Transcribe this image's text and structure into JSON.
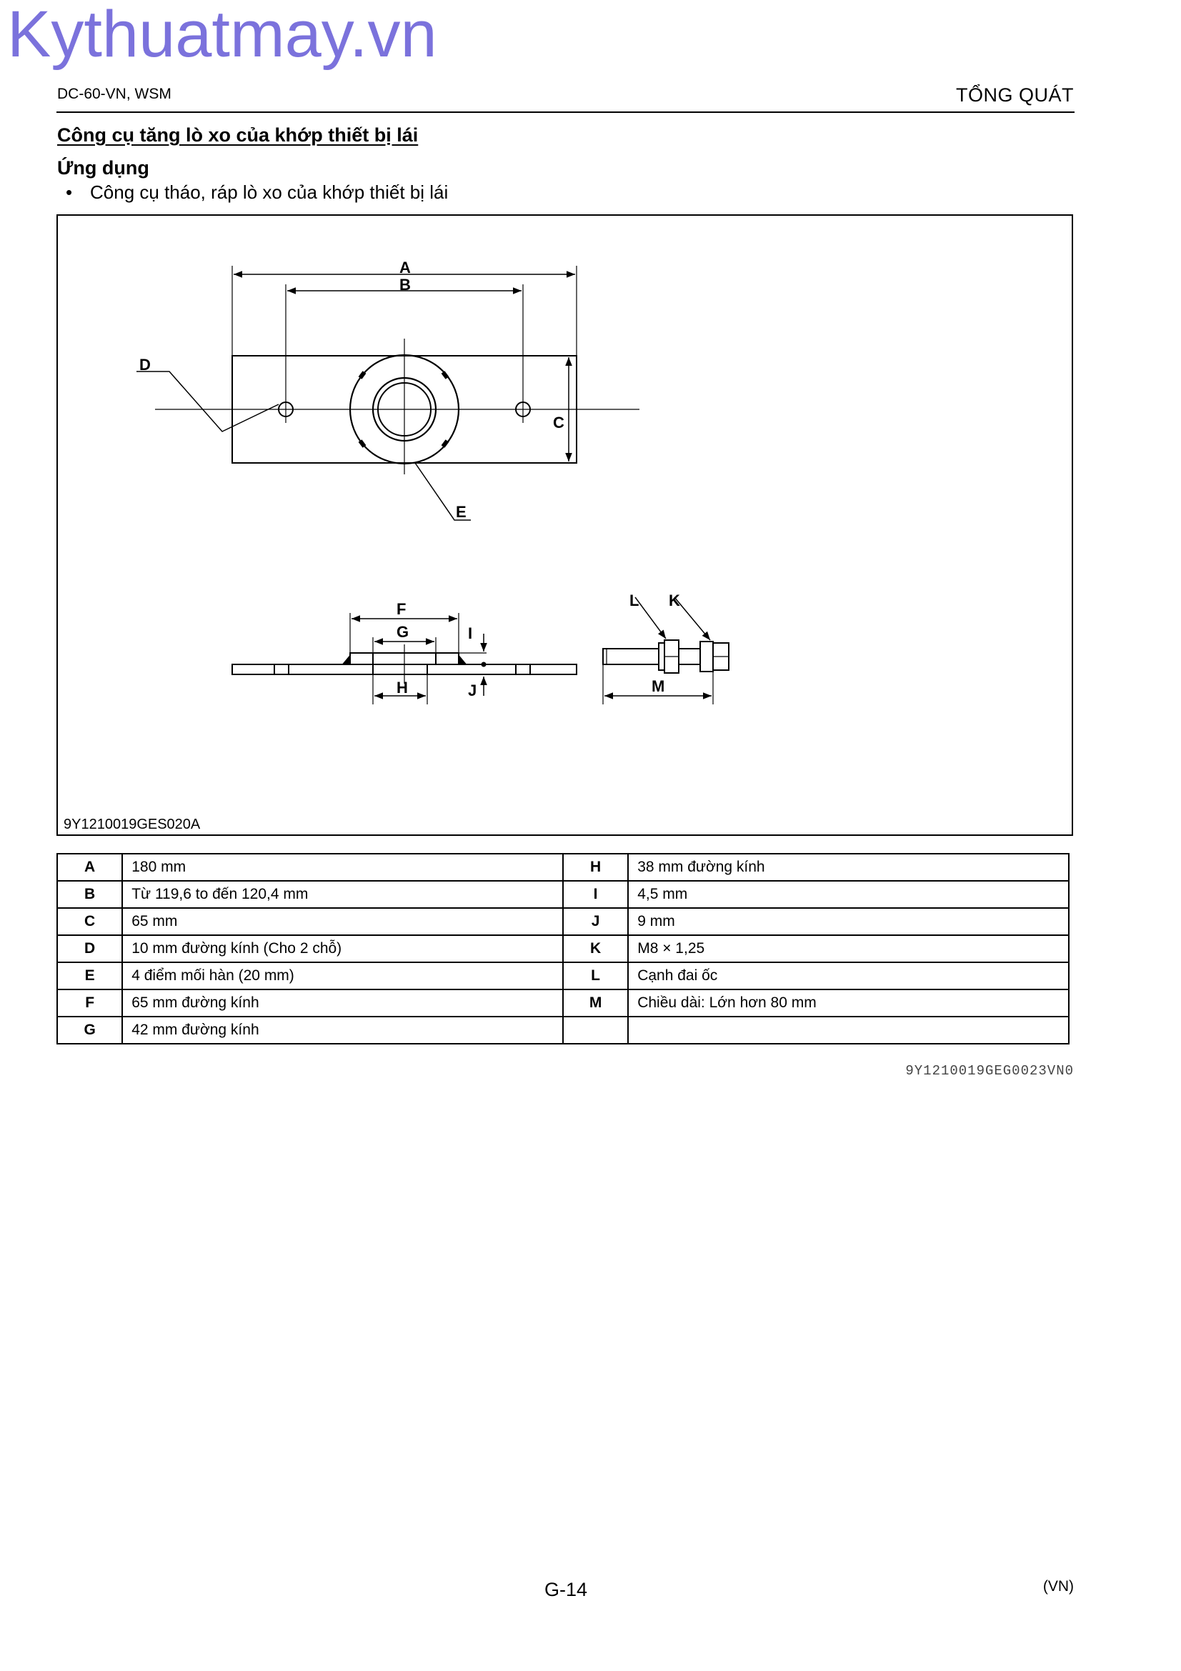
{
  "watermark": "Kythuatmay.vn",
  "header": {
    "doc_code": "DC-60-VN, WSM",
    "section": "TỔNG QUÁT"
  },
  "title": "Công cụ tăng lò xo của khớp thiết bị lái",
  "application": {
    "heading": "Ứng dụng",
    "items": [
      "Công cụ tháo, ráp lò xo của khớp thiết bị lái"
    ]
  },
  "figure": {
    "code": "9Y1210019GES020A",
    "labels": {
      "A": "A",
      "B": "B",
      "C": "C",
      "D": "D",
      "E": "E",
      "F": "F",
      "G": "G",
      "H": "H",
      "I": "I",
      "J": "J",
      "K": "K",
      "L": "L",
      "M": "M"
    }
  },
  "spec_table": {
    "rows": [
      {
        "k1": "A",
        "v1": "180 mm",
        "k2": "H",
        "v2": "38 mm đường kính"
      },
      {
        "k1": "B",
        "v1": "Từ 119,6 to đến 120,4 mm",
        "k2": "I",
        "v2": "4,5 mm"
      },
      {
        "k1": "C",
        "v1": "65 mm",
        "k2": "J",
        "v2": "9 mm"
      },
      {
        "k1": "D",
        "v1": "10 mm đường kính (Cho 2 chỗ)",
        "k2": "K",
        "v2": "M8 × 1,25"
      },
      {
        "k1": "E",
        "v1": "4 điểm mối hàn (20 mm)",
        "k2": "L",
        "v2": "Cạnh đai ốc"
      },
      {
        "k1": "F",
        "v1": "65 mm đường kính",
        "k2": "M",
        "v2": "Chiều dài: Lớn hơn 80 mm"
      },
      {
        "k1": "G",
        "v1": "42 mm đường kính",
        "k2": "",
        "v2": ""
      }
    ]
  },
  "reference_code": "9Y1210019GEG0023VN0",
  "footer": {
    "page": "G-14",
    "lang": "(VN)"
  }
}
